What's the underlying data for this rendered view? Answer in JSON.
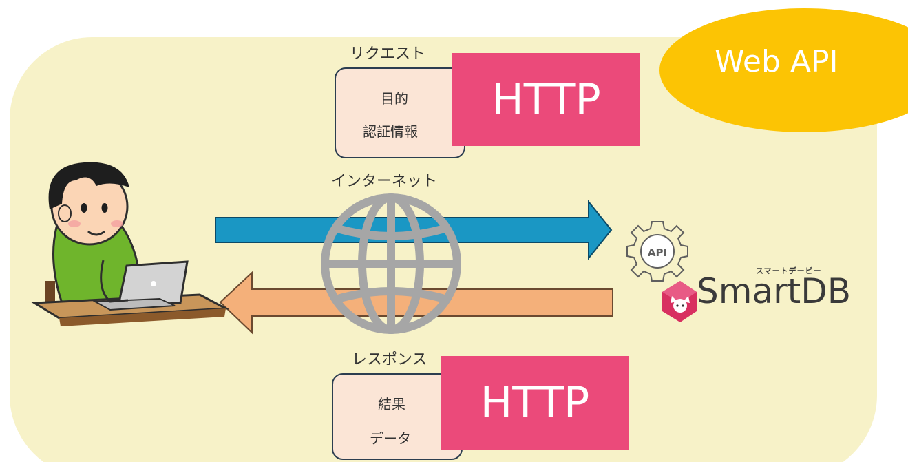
{
  "badge": {
    "label": "Web API"
  },
  "request": {
    "caption": "リクエスト",
    "lines": [
      "目的",
      "認証情報"
    ],
    "protocol": "HTTP"
  },
  "network": {
    "caption": "インターネット"
  },
  "response": {
    "caption": "レスポンス",
    "lines": [
      "結果",
      "データ"
    ],
    "protocol": "HTTP"
  },
  "server": {
    "gear_label": "API",
    "brand_ruby": "スマートデービー",
    "brand_name": "SmartDB"
  },
  "icons": {
    "user": "person-at-laptop-icon",
    "globe": "globe-icon",
    "gear": "api-gear-icon",
    "logo": "smartdb-logo-icon"
  },
  "colors": {
    "panel": "#f7f2c8",
    "badge": "#fcc404",
    "http_tag": "#eb4a7a",
    "message_box": "#fbe5d6",
    "request_arrow": "#1a97c4",
    "response_arrow": "#f4b07a",
    "globe": "#a6a6a6"
  }
}
